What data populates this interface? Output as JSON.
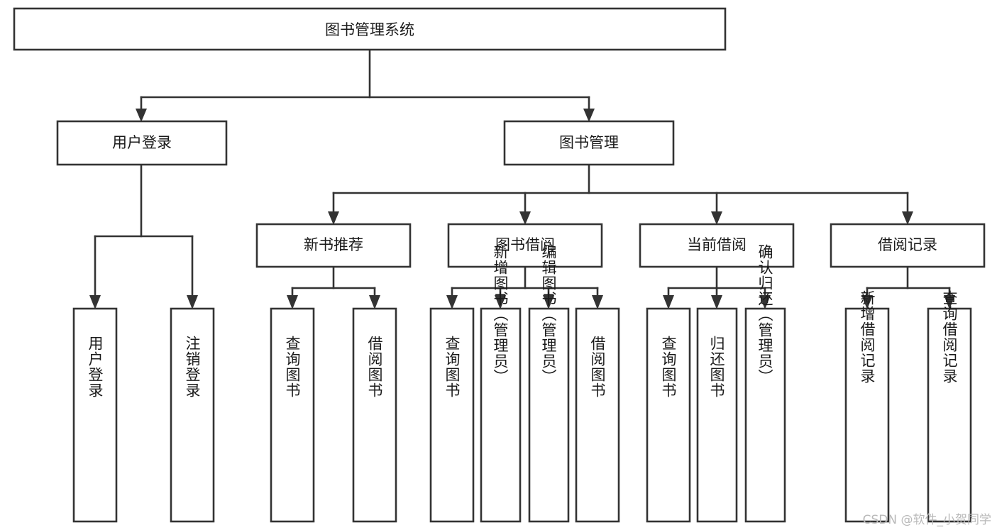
{
  "diagram": {
    "type": "tree-hierarchy-flowchart",
    "title_text": "图书管理系统",
    "colors": {
      "stroke": "#333333",
      "box_fill": "#ffffff",
      "text": "#1a1a1a",
      "background": "#ffffff",
      "watermark": "#b9b9b9"
    },
    "root": {
      "label": "图书管理系统"
    },
    "level1": [
      {
        "label": "用户登录"
      },
      {
        "label": "图书管理"
      }
    ],
    "level2": [
      {
        "label": "新书推荐"
      },
      {
        "label": "图书借阅"
      },
      {
        "label": "当前借阅"
      },
      {
        "label": "借阅记录"
      }
    ],
    "leaves": [
      {
        "label": "用户登录",
        "parent": "用户登录"
      },
      {
        "label": "注销登录",
        "parent": "用户登录"
      },
      {
        "label": "查询图书",
        "parent": "新书推荐"
      },
      {
        "label": "借阅图书",
        "parent": "新书推荐"
      },
      {
        "label": "查询图书",
        "parent": "图书借阅"
      },
      {
        "label": "新增图书（管理员）",
        "parent": "图书借阅"
      },
      {
        "label": "编辑图书（管理员）",
        "parent": "图书借阅"
      },
      {
        "label": "借阅图书",
        "parent": "图书借阅"
      },
      {
        "label": "查询图书",
        "parent": "当前借阅"
      },
      {
        "label": "归还图书",
        "parent": "当前借阅"
      },
      {
        "label": "确认归还（管理员）",
        "parent": "当前借阅"
      },
      {
        "label": "新增借阅记录",
        "parent": "借阅记录"
      },
      {
        "label": "查询借阅记录",
        "parent": "借阅记录"
      }
    ]
  },
  "watermark": {
    "text": "CSDN @软件_小贺同学"
  }
}
